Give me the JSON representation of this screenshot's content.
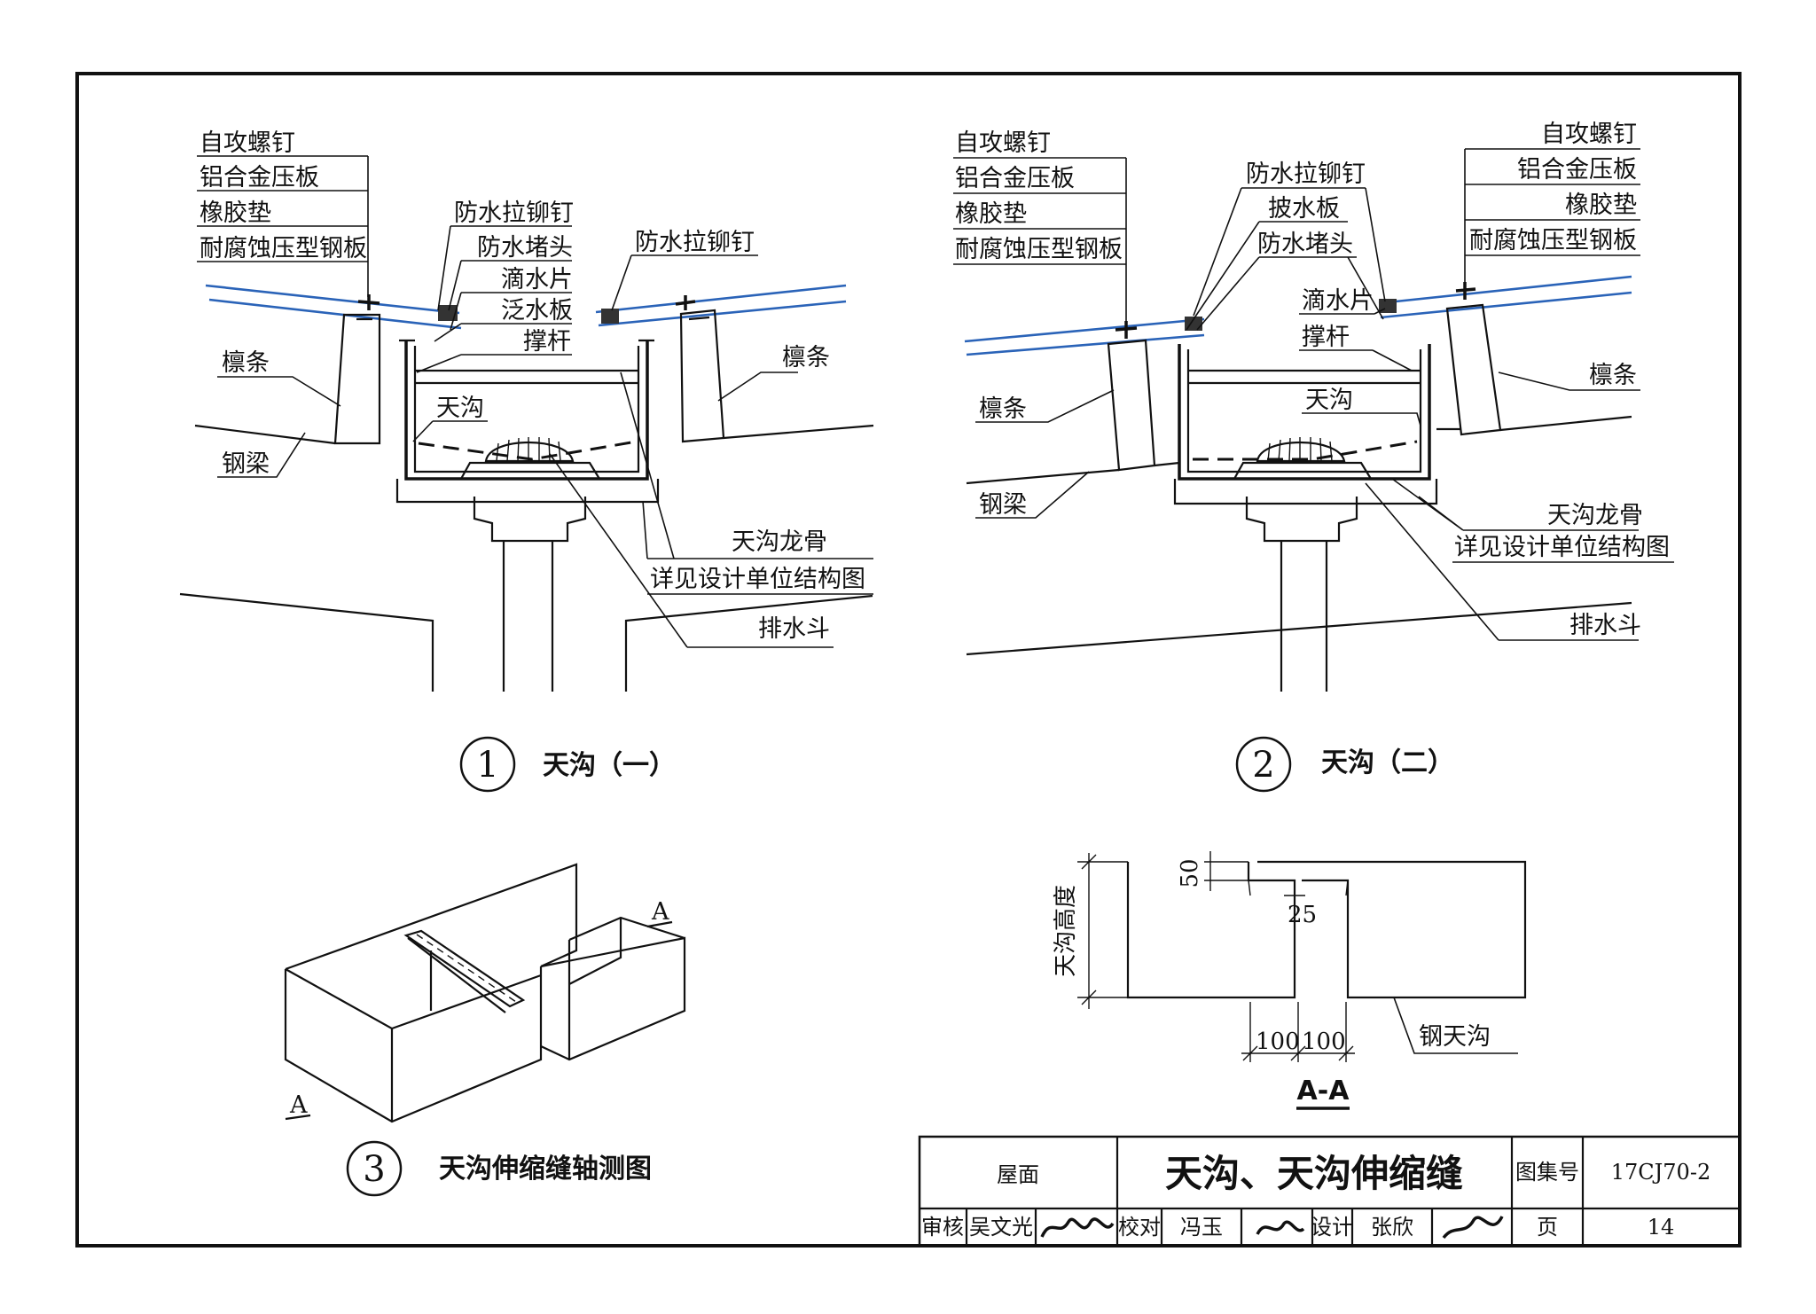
{
  "figure1": {
    "title": "天沟（一）",
    "number": "1",
    "labels": {
      "self_tapping_screw": "自攻螺钉",
      "aluminum_panel": "铝合金压板",
      "rubber_pad": "橡胶垫",
      "steel_panel": "耐腐蚀压型钢板",
      "rivet_left": "防水拉铆钉",
      "rivet_right": "防水拉铆钉",
      "plug": "防水堵头",
      "drip": "滴水片",
      "flashing": "泛水板",
      "strut": "撑杆",
      "purlin_left": "檩条",
      "purlin_right": "檩条",
      "gutter": "天沟",
      "steel_beam": "钢梁",
      "keel": "天沟龙骨",
      "keel_note": "详见设计单位结构图",
      "drain": "排水斗"
    }
  },
  "figure2": {
    "title": "天沟（二）",
    "number": "2",
    "labels": {
      "self_tapping_screw_left": "自攻螺钉",
      "aluminum_panel_left": "铝合金压板",
      "rubber_pad_left": "橡胶垫",
      "steel_panel_left": "耐腐蚀压型钢板",
      "self_tapping_screw_right": "自攻螺钉",
      "aluminum_panel_right": "铝合金压板",
      "rubber_pad_right": "橡胶垫",
      "steel_panel_right": "耐腐蚀压型钢板",
      "rivet": "防水拉铆钉",
      "baffle": "披水板",
      "plug": "防水堵头",
      "drip": "滴水片",
      "strut": "撑杆",
      "gutter": "天沟",
      "purlin_left": "檩条",
      "purlin_right": "檩条",
      "steel_beam": "钢梁",
      "keel": "天沟龙骨",
      "keel_note": "详见设计单位结构图",
      "drain": "排水斗"
    }
  },
  "figure3": {
    "title": "天沟伸缩缝轴测图",
    "number": "3",
    "section_mark_top": "A",
    "section_mark_bottom": "A"
  },
  "section_aa": {
    "title": "A-A",
    "height_label": "天沟高度",
    "dim_50": "50",
    "dim_25": "25",
    "dim_100_left": "100",
    "dim_100_right": "100",
    "material": "钢天沟"
  },
  "title_block": {
    "category": "屋面",
    "drawing_title": "天沟、天沟伸缩缝",
    "atlas_label": "图集号",
    "atlas_no": "17CJ70-2",
    "review_label": "审核",
    "reviewer": "吴文光",
    "check_label": "校对",
    "checker": "冯玉",
    "design_label": "设计",
    "designer": "张欣",
    "page_label": "页",
    "page_no": "14"
  }
}
